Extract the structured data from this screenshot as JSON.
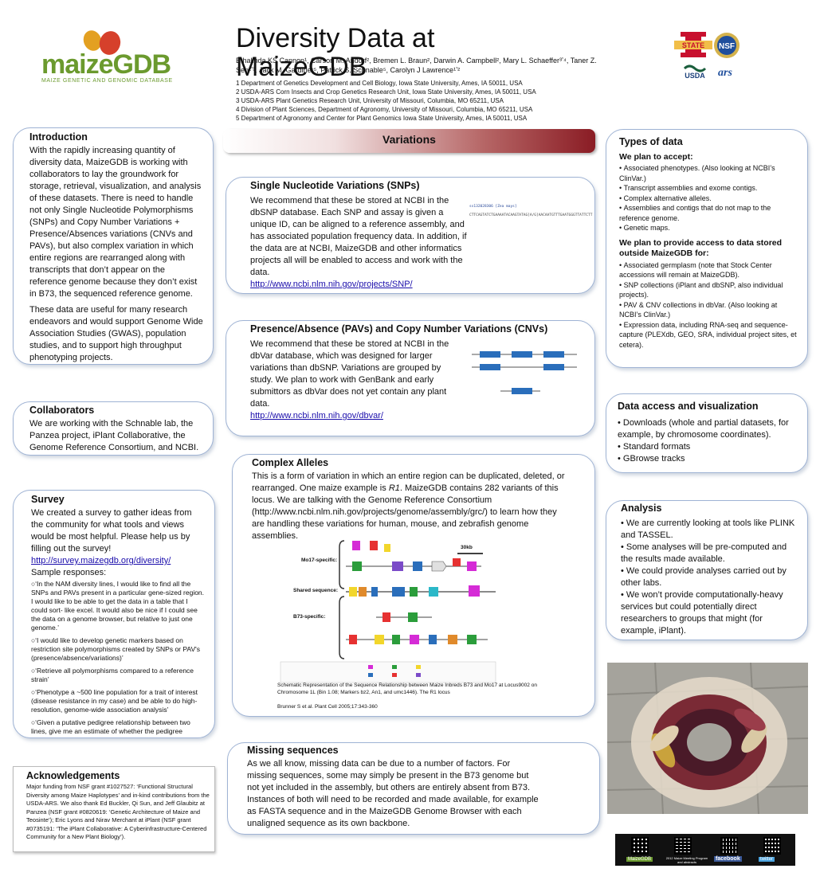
{
  "header": {
    "logo_text": "maizeGDB",
    "logo_sub": "Maize Genetic and Genomic Database",
    "title": "Diversity Data at MaizeGDB",
    "authors": "Ethalinda KS Cannon¹, Carson M. Andorf², Bremen L. Braun², Darwin A. Campbell², Mary L. Schaeffer³ʼ⁴, Taner Z. Sen²ʼ³, Jack M. Gardiner⁵, Patrick S. Schnable⁵, Carolyn J Lawrence¹ʼ²",
    "affiliations": [
      "1 Department of Genetics Development and Cell Biology, Iowa State University, Ames, IA 50011, USA",
      "2 USDA-ARS Corn Insects and Crop Genetics Research Unit, Iowa State University, Ames, IA 50011, USA",
      "3 USDA-ARS Plant Genetics Research Unit, University of Missouri, Columbia, MO 65211, USA",
      "4 Division of Plant Sciences, Department of Agronomy, University of Missouri, Columbia, MO 65211, USA",
      "5 Department of Agronomy and Center for Plant Genomics Iowa State University, Ames, IA 50011, USA"
    ],
    "sponsor_logos": {
      "isu": "STATE",
      "nsf": "NSF",
      "usda": "USDA",
      "ars": "ars"
    }
  },
  "introduction": {
    "title": "Introduction",
    "p1": "With the rapidly increasing quantity of diversity data, MaizeGDB is working with collaborators to lay the groundwork for storage, retrieval, visualization, and analysis of these datasets. There is need to handle not only Single Nucleotide Polymorphisms (SNPs) and Copy Number Variations + Presence/Absences variations (CNVs and PAVs), but also complex variation in which entire regions are rearranged along with transcripts that don’t appear on the reference genome because they don’t exist in B73, the sequenced reference genome.",
    "p2": "These data are useful for many research endeavors and would support Genome Wide Association Studies (GWAS), population studies, and to support high throughput phenotyping projects."
  },
  "collaborators": {
    "title": "Collaborators",
    "text": "We are working with the Schnable lab, the Panzea project, iPlant Collaborative, the Genome Reference Consortium, and NCBI."
  },
  "survey": {
    "title": "Survey",
    "text": "We created a survey to gather ideas from the community for what tools and views would be most helpful. Please help us by filling out the survey!",
    "link": "http://survey.maizegdb.org/diversity/",
    "responses_label": "Sample responses:",
    "responses": [
      "‘In the NAM diversity lines, I would like to find all the SNPs and PAVs present in a particular gene-sized region. I would like to be able to get the data in a table that I could sort- like excel. It would also be nice if I could see the data on a genome browser, but relative to just one genome.’",
      "‘I would like to develop genetic markers based on restriction site polymorphisms created by SNPs or PAV's (presence/absence/variations)’",
      "‘Retrieve all polymorphisms compared to a reference strain’",
      "‘Phenotype a ~500 line population for a trait of interest (disease resistance in my case) and be able to do high-resolution, genome-wide association analysis’",
      "‘Given a putative pedigree relationship between two lines, give me an estimate of whether the pedigree relationship is correct or not’"
    ]
  },
  "acknowledgements": {
    "title": "Acknowledgements",
    "text": "Major funding from NSF grant #1027527: ‘Functional Structural Diversity among Maize Haplotypes’ and in-kind contributions from the USDA-ARS. We also thank Ed Buckler, Qi Sun, and Jeff Glaubitz at Panzea (NSF grant #0820619: ‘Genetic Architecture of Maize and Teosinte’); Eric Lyons and Nirav Merchant at iPlant (NSF grant #0735191: ‘The iPlant Collaborative: A Cyberinfrastructure-Centered Community for a New Plant Biology’)."
  },
  "variations": {
    "banner": "Variations",
    "snps": {
      "title": "Single Nucleotide Variations (SNPs)",
      "text": "We recommend that these be stored at NCBI in the dbSNP database. Each SNP and assay is given a unique ID, can be aligned to a reference assembly, and has associated population frequency data. In addition, if the data are at NCBI, MaizeGDB and other informatics projects all will be enabled to access and work with the data.",
      "link": "http://www.ncbi.nlm.nih.gov/projects/SNP/",
      "seq_id": "ss132028306 [Zea mays]",
      "seq": "CTTCAGTATCTGAAAATACAAGTATAG[A/G]AACAATGTTTGAATGGGTTATTCTT"
    },
    "pavs": {
      "title": "Presence/Absence (PAVs) and Copy Number Variations (CNVs)",
      "text": "We recommend that these be stored at NCBI in the dbVar database, which was designed for larger variations than dbSNP. Variations are grouped by study. We plan to work with GenBank and early submittors as dbVar does not yet contain any plant data.",
      "link": "http://www.ncbi.nlm.nih.gov/dbvar/"
    },
    "complex": {
      "title": "Complex Alleles",
      "text_before": "This is a form of variation in which an entire region can be duplicated, deleted, or rearranged.  One maize example is ",
      "text_em": "R1",
      "text_after": ". MaizeGDB contains 282 variants of this locus. We are talking with the Genome Reference Consortium (http://www.ncbi.nlm.nih.gov/projects/genome/assembly/grc/) to learn how they are handling these variations for human, mouse, and zebrafish genome assemblies.",
      "figure_labels": {
        "mo17": "Mo17-specific:",
        "shared": "Shared sequence:",
        "b73": "B73-specific:",
        "scale": "30kb"
      },
      "caption": "Schematic Representation of the Sequence Relationship between Maize Inbreds B73 and Mo17 at Locus9002 on Chromosome 1L (Bin 1.08; Markers bz2, An1, and umc1446). The R1 locus",
      "citation": "Brunner S et al. Plant Cell 2005;17:343-360"
    },
    "missing": {
      "title": "Missing sequences",
      "text": "As we all know, missing data can be due to a number of factors.  For missing sequences, some may simply be present in the B73 genome but not yet included in the assembly, but others are entirely absent from B73. Instances of both will need to be recorded and made available, for example as FASTA sequence and in the MaizeGDB Genome Browser with each unaligned sequence as its own backbone."
    }
  },
  "types_of_data": {
    "title": "Types of data",
    "accept_heading": "We plan to accept:",
    "accept": [
      "Associated phenotypes. (Also looking at NCBI’s ClinVar.)",
      "Transcript assemblies and exome contigs.",
      "Complex alternative alleles.",
      "Assemblies and contigs that do not map to the reference genome.",
      "Genetic maps."
    ],
    "access_heading": "We plan to provide access to data stored outside MaizeGDB for:",
    "access": [
      "Associated germplasm (note that Stock Center accessions will remain at MaizeGDB).",
      "SNP collections (iPlant and dbSNP, also individual projects).",
      "PAV & CNV collections in dbVar. (Also looking at NCBI’s ClinVar.)",
      "Expression data, including RNA-seq and sequence-capture (PLEXdb, GEO, SRA, individual project sites, et cetera)."
    ]
  },
  "data_access": {
    "title": "Data access and visualization",
    "items": [
      "Downloads (whole and partial datasets, for example, by chromosome coordinates).",
      "Standard formats",
      "GBrowse tracks"
    ]
  },
  "analysis": {
    "title": "Analysis",
    "items": [
      "We are currently looking at tools like PLINK and TASSEL.",
      "Some analyses will be pre-computed and the results made available.",
      "We could provide analyses carried out by other labs.",
      "We won’t provide computationally-heavy services but could potentially direct researchers to groups that might (for example, iPlant)."
    ]
  },
  "footer_qr": {
    "labels": [
      "MaizeGDB",
      "2012 Maize Meeting Program and abstracts",
      "facebook",
      "twitter"
    ]
  },
  "colors": {
    "panel_border": "#9fb3d4",
    "banner_dark": "#8a1c24",
    "gene_blue": "#2a6ebb",
    "link": "#1a0dab"
  }
}
